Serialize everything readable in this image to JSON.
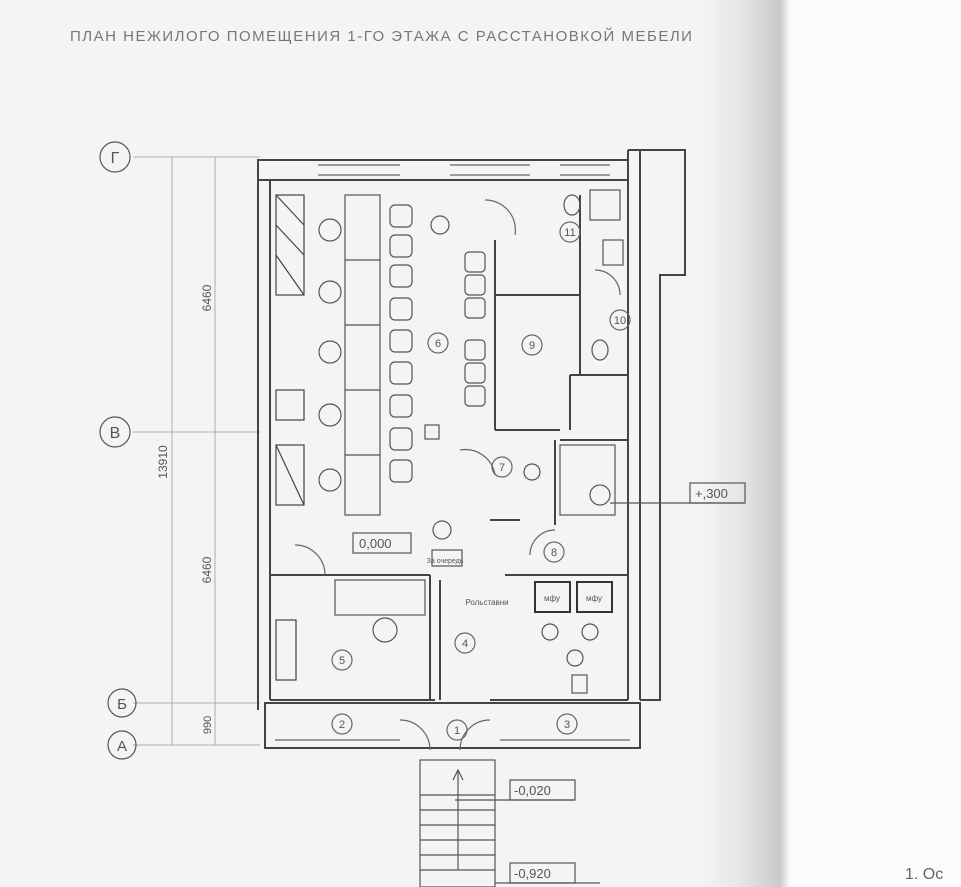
{
  "title": "ПЛАН НЕЖИЛОГО ПОМЕЩЕНИЯ 1-ГО ЭТАЖА С РАССТАНОВКОЙ МЕБЕЛИ",
  "axes": [
    "Г",
    "В",
    "Б",
    "А"
  ],
  "dimensions": {
    "upper": "6460",
    "total": "13910",
    "lower": "6460",
    "porch": "990"
  },
  "rooms": [
    "1",
    "2",
    "3",
    "4",
    "5",
    "6",
    "7",
    "8",
    "9",
    "10",
    "11"
  ],
  "elevations": {
    "floor": "0,000",
    "raised": "+,300",
    "entrance": "-0,020",
    "ground": "-0,920"
  },
  "labels": {
    "queue": "За очередь",
    "shutters": "Рольставни",
    "mfu1": "мфу",
    "mfu2": "мфу"
  },
  "footer": "1. Ос"
}
